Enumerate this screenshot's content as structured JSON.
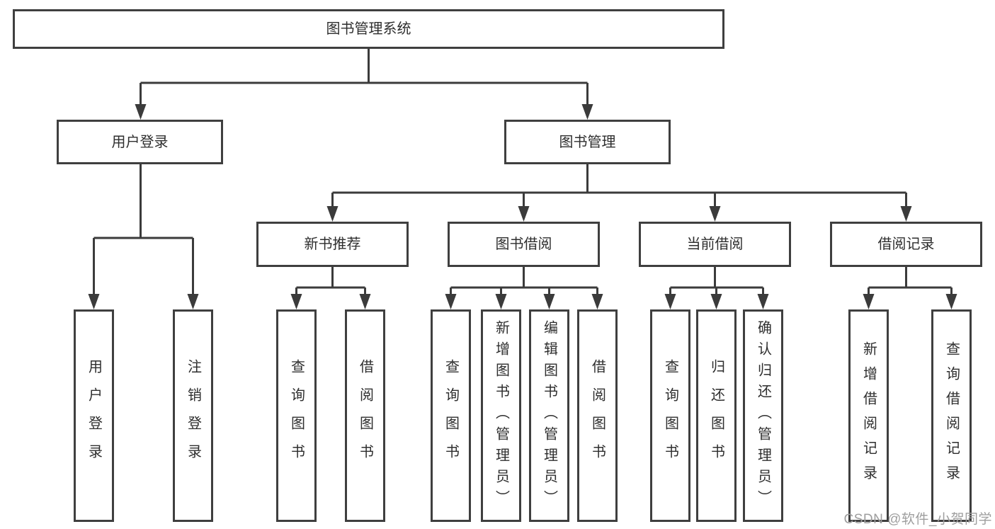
{
  "diagram": {
    "title": "图书管理系统",
    "root": {
      "label": "图书管理系统"
    },
    "level2": [
      {
        "label": "用户登录"
      },
      {
        "label": "图书管理"
      }
    ],
    "level3": [
      {
        "label": "新书推荐"
      },
      {
        "label": "图书借阅"
      },
      {
        "label": "当前借阅"
      },
      {
        "label": "借阅记录"
      }
    ],
    "leaves": {
      "user_login": [
        {
          "label": "用户登录"
        },
        {
          "label": "注销登录"
        }
      ],
      "new_book_recommend": [
        {
          "label": "查询图书"
        },
        {
          "label": "借阅图书"
        }
      ],
      "book_borrowing": [
        {
          "label": "查询图书"
        },
        {
          "label": "新增图书（管理员）"
        },
        {
          "label": "编辑图书（管理员）"
        },
        {
          "label": "借阅图书"
        }
      ],
      "current_borrowing": [
        {
          "label": "查询图书"
        },
        {
          "label": "归还图书"
        },
        {
          "label": "确认归还（管理员）"
        }
      ],
      "borrowing_records": [
        {
          "label": "新增借阅记录"
        },
        {
          "label": "查询借阅记录"
        }
      ]
    },
    "colors": {
      "line": "#3b3b3b",
      "box_border": "#3f3f3f",
      "text": "#2e2e2e",
      "background": "#ffffff",
      "watermark": "#9e9e9e"
    }
  },
  "watermark": {
    "text": "CSDN @软件_小贺同学"
  }
}
